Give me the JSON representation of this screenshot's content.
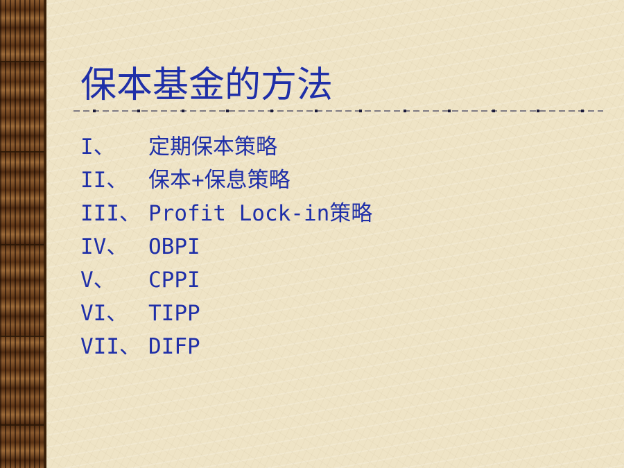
{
  "slide": {
    "title": "保本基金的方法",
    "items": [
      {
        "numeral": "I、",
        "text": "定期保本策略"
      },
      {
        "numeral": "II、",
        "text": "保本+保息策略"
      },
      {
        "numeral": "III、",
        "text": "Profit Lock-in策略"
      },
      {
        "numeral": "IV、",
        "text": "OBPI"
      },
      {
        "numeral": "V、",
        "text": "CPPI"
      },
      {
        "numeral": "VI、",
        "text": "TIPP"
      },
      {
        "numeral": "VII、",
        "text": "DIFP"
      }
    ]
  },
  "colors": {
    "text": "#1f2fa8",
    "background": "#efe4c6",
    "wood": "#6b3f1d"
  }
}
